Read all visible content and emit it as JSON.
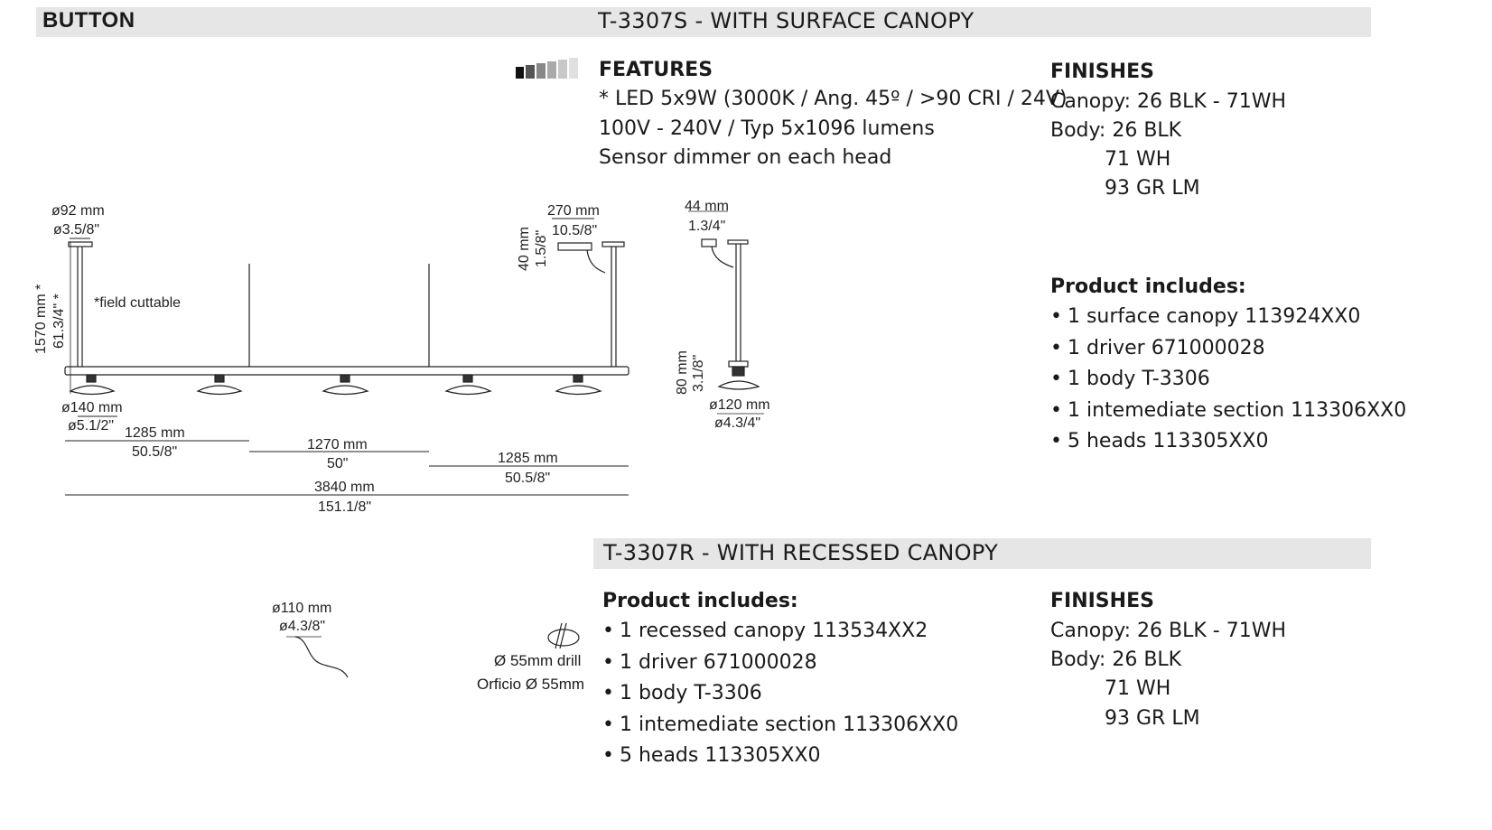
{
  "header": {
    "brand": "BUTTON",
    "surface_title": "T-3307S - WITH SURFACE CANOPY",
    "recessed_title": "T-3307R - WITH RECESSED CANOPY"
  },
  "surface": {
    "features_title": "FEATURES",
    "features": [
      "* LED 5x9W (3000K / Ang. 45º / >90 CRI / 24V)",
      "100V - 240V / Typ 5x1096 lumens",
      "Sensor dimmer on each head"
    ],
    "finishes_title": "FINISHES",
    "finishes": {
      "canopy": "Canopy: 26 BLK  - 71WH",
      "body": "Body: 26 BLK",
      "body_2": "71 WH",
      "body_3": "93 GR LM"
    },
    "includes_title": "Product includes:",
    "includes": [
      "1 surface canopy 113924XX0",
      "1 driver 671000028",
      "1 body T-3306",
      "1 intemediate section 113306XX0",
      "5 heads 113305XX0"
    ]
  },
  "recessed": {
    "includes_title": "Product includes:",
    "includes": [
      "1 recessed canopy 113534XX2",
      "1 driver 671000028",
      "1 body T-3306",
      "1 intemediate section 113306XX0",
      "5 heads 113305XX0"
    ],
    "finishes_title": "FINISHES",
    "finishes": {
      "canopy": "Canopy: 26 BLK  - 71WH",
      "body": "Body: 26 BLK",
      "body_2": "71 WH",
      "body_3": "93 GR LM"
    },
    "drill_1": "Ø 55mm drill",
    "drill_2": "Orficio Ø 55mm"
  },
  "dimensions": {
    "canopy_d_mm": "ø92 mm",
    "canopy_d_in": "ø3.5/8\"",
    "height_mm": "1570 mm *",
    "height_in": "61.3/4\" *",
    "field_cuttable": "*field cuttable",
    "head_d_mm": "ø140 mm",
    "head_d_in": "ø5.1/2\"",
    "seg1_mm": "1285 mm",
    "seg1_in": "50.5/8\"",
    "seg2_mm": "1270 mm",
    "seg2_in": "50\"",
    "seg3_mm": "1285 mm",
    "seg3_in": "50.5/8\"",
    "total_mm": "3840 mm",
    "total_in": "151.1/8\"",
    "driver_w_mm": "270 mm",
    "driver_w_in": "10.5/8\"",
    "driver_h_mm": "40 mm",
    "driver_h_in": "1.5/8\"",
    "side_w_mm": "44 mm",
    "side_w_in": "1.3/4\"",
    "side_h_mm": "80 mm",
    "side_h_in": "3.1/8\"",
    "side_d_mm": "ø120 mm",
    "side_d_in": "ø4.3/4\"",
    "rec_d_mm": "ø110 mm",
    "rec_d_in": "ø4.3/8\""
  }
}
